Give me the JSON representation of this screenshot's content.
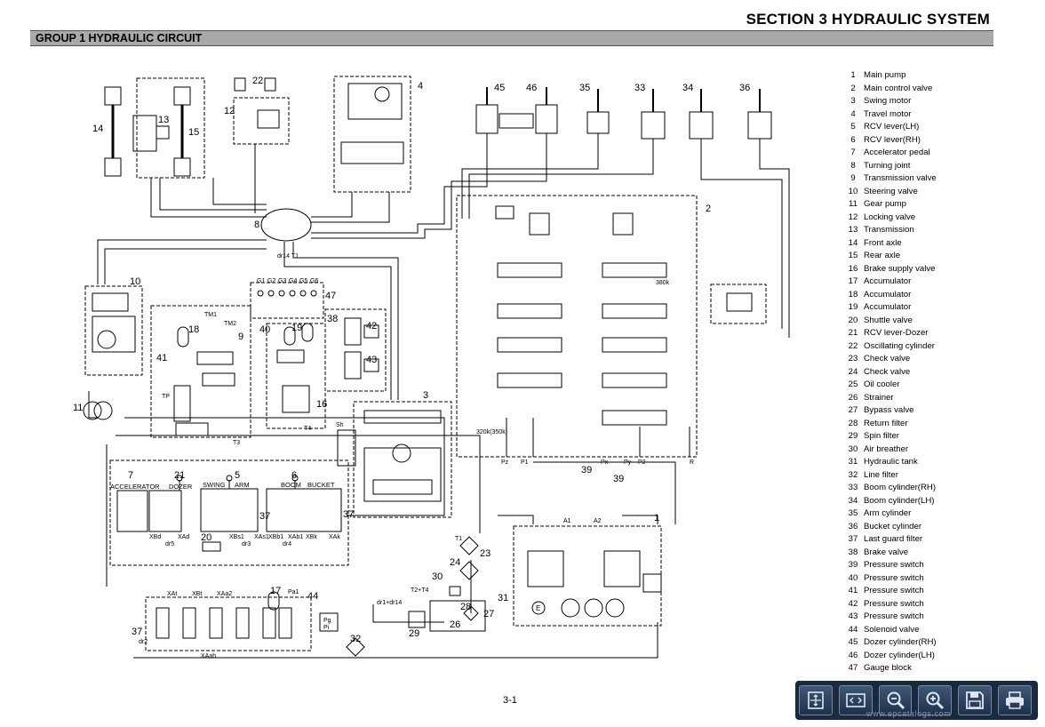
{
  "header": {
    "section_title": "SECTION 3 HYDRAULIC SYSTEM",
    "group_title": "GROUP 1 HYDRAULIC CIRCUIT"
  },
  "page_number": "3-1",
  "legend": [
    {
      "num": "1",
      "label": "Main pump"
    },
    {
      "num": "2",
      "label": "Main control valve"
    },
    {
      "num": "3",
      "label": "Swing motor"
    },
    {
      "num": "4",
      "label": "Travel motor"
    },
    {
      "num": "5",
      "label": "RCV lever(LH)"
    },
    {
      "num": "6",
      "label": "RCV lever(RH)"
    },
    {
      "num": "7",
      "label": "Accelerator pedal"
    },
    {
      "num": "8",
      "label": "Turning joint"
    },
    {
      "num": "9",
      "label": "Transmission valve"
    },
    {
      "num": "10",
      "label": "Steering valve"
    },
    {
      "num": "11",
      "label": "Gear pump"
    },
    {
      "num": "12",
      "label": "Locking valve"
    },
    {
      "num": "13",
      "label": "Transmission"
    },
    {
      "num": "14",
      "label": "Front axle"
    },
    {
      "num": "15",
      "label": "Rear axle"
    },
    {
      "num": "16",
      "label": "Brake supply valve"
    },
    {
      "num": "17",
      "label": "Accumulator"
    },
    {
      "num": "18",
      "label": "Accumulator"
    },
    {
      "num": "19",
      "label": "Accumulator"
    },
    {
      "num": "20",
      "label": "Shuttle valve"
    },
    {
      "num": "21",
      "label": "RCV lever-Dozer"
    },
    {
      "num": "22",
      "label": "Oscillating cylinder"
    },
    {
      "num": "23",
      "label": "Check valve"
    },
    {
      "num": "24",
      "label": "Check valve"
    },
    {
      "num": "25",
      "label": "Oil cooler"
    },
    {
      "num": "26",
      "label": "Strainer"
    },
    {
      "num": "27",
      "label": "Bypass valve"
    },
    {
      "num": "28",
      "label": "Return filter"
    },
    {
      "num": "29",
      "label": "Spin filter"
    },
    {
      "num": "30",
      "label": "Air breather"
    },
    {
      "num": "31",
      "label": "Hydraulic tank"
    },
    {
      "num": "32",
      "label": "Line filter"
    },
    {
      "num": "33",
      "label": "Boom cylinder(RH)"
    },
    {
      "num": "34",
      "label": "Boom cylinder(LH)"
    },
    {
      "num": "35",
      "label": "Arm cylinder"
    },
    {
      "num": "36",
      "label": "Bucket cylinder"
    },
    {
      "num": "37",
      "label": "Last guard filter"
    },
    {
      "num": "38",
      "label": "Brake valve"
    },
    {
      "num": "39",
      "label": "Pressure switch"
    },
    {
      "num": "40",
      "label": "Pressure switch"
    },
    {
      "num": "41",
      "label": "Pressure switch"
    },
    {
      "num": "42",
      "label": "Pressure switch"
    },
    {
      "num": "43",
      "label": "Pressure switch"
    },
    {
      "num": "44",
      "label": "Solenoid valve"
    },
    {
      "num": "45",
      "label": "Dozer cylinder(RH)"
    },
    {
      "num": "46",
      "label": "Dozer cylinder(LH)"
    },
    {
      "num": "47",
      "label": "Gauge block"
    }
  ],
  "callouts": {
    "c1": "1",
    "c2": "2",
    "c3": "3",
    "c4": "4",
    "c5": "5",
    "c6": "6",
    "c7": "7",
    "c8": "8",
    "c9": "9",
    "c10": "10",
    "c11": "11",
    "c12": "12",
    "c13": "13",
    "c14": "14",
    "c15": "15",
    "c16": "16",
    "c17": "17",
    "c18": "18",
    "c19": "19",
    "c20": "20",
    "c21": "21",
    "c22": "22",
    "c23": "23",
    "c24": "24",
    "c26": "26",
    "c27": "27",
    "c28": "28",
    "c29": "29",
    "c30": "30",
    "c31": "31",
    "c32": "32",
    "c33": "33",
    "c34": "34",
    "c35": "35",
    "c36": "36",
    "c37a": "37",
    "c37b": "37",
    "c37c": "37",
    "c37d": "37",
    "c38": "38",
    "c39a": "39",
    "c39b": "39",
    "c40": "40",
    "c41": "41",
    "c42": "42",
    "c43": "43",
    "c44": "44",
    "c45": "45",
    "c46": "46",
    "c47": "47"
  },
  "diagram_labels": {
    "accelerator": "ACCELERATOR",
    "dozer": "DOZER",
    "swing": "SWING",
    "arm": "ARM",
    "boom": "BOOM",
    "bucket": "BUCKET",
    "g1": "G1",
    "g2": "G2",
    "g3": "G3",
    "g4": "G4",
    "g5": "G5",
    "g6": "G6",
    "a1": "A1",
    "a2": "A2",
    "t1": "T1",
    "t2t4": "T2+T4",
    "p1": "P1",
    "p2": "P2",
    "px": "Px",
    "py": "Py",
    "pz": "Pz",
    "r": "R",
    "tm1": "TM1",
    "tm2": "TM2",
    "tp": "TP",
    "t3": "T3",
    "t4": "T4",
    "sh": "Sh",
    "pg": "Pg",
    "pi": "Pi",
    "pa1": "Pa1",
    "dr14t1": "dr14  T1",
    "xat": "XAt",
    "xbt": "XBt",
    "xaa2": "XAa2",
    "xah": "XAah",
    "xbd": "XBd",
    "xad": "XAd",
    "xbs1": "XBs1",
    "xas1": "XAs1",
    "xbb1": "XBb1",
    "xab1": "XAb1",
    "xbk": "XBk",
    "xak": "XAk",
    "dr4": "dr4",
    "dr5": "dr5",
    "dr3": "dr3",
    "dr2": "dr2",
    "dr1dr14": "dr1+dr14",
    "pressure_380k": "380k",
    "pressure_320k": "320k(350k)",
    "e": "E"
  },
  "toolbar": {
    "buttons": [
      {
        "name": "fit-page-button",
        "icon": "fit-page-icon",
        "label": "Fit page"
      },
      {
        "name": "page-nav-button",
        "icon": "page-nav-icon",
        "label": "< >"
      },
      {
        "name": "zoom-out-button",
        "icon": "zoom-out-icon",
        "label": "Zoom out"
      },
      {
        "name": "zoom-in-button",
        "icon": "zoom-in-icon",
        "label": "Zoom in"
      },
      {
        "name": "save-button",
        "icon": "save-icon",
        "label": "Save"
      },
      {
        "name": "print-button",
        "icon": "print-icon",
        "label": "Print"
      }
    ],
    "watermark": "www.epcatalogs.com"
  },
  "colors": {
    "toolbar_bg": "#1a2a3d",
    "group_bar": "#a9a9a9",
    "line": "#000000"
  }
}
